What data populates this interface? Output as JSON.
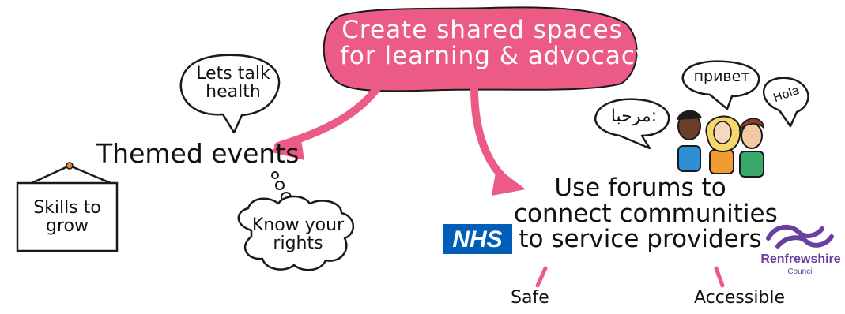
{
  "title": {
    "line1": "Create shared spaces",
    "line2": "for  learning & advocacy"
  },
  "themed_events": "Themed events",
  "speech_health": {
    "line1": "Lets talk",
    "line2": "health"
  },
  "sign_skills": {
    "line1": "Skills to",
    "line2": "grow"
  },
  "thought_rights": {
    "line1": "Know your",
    "line2": "rights"
  },
  "forums": {
    "line1": "Use forums to",
    "line2": "connect communities",
    "line3": "to service providers"
  },
  "greetings": {
    "arabic": "مرحبا:",
    "russian": "привет",
    "spanish": "Hola"
  },
  "logos": {
    "nhs": "NHS",
    "council_name": "Renfrewshire",
    "council_sub": "Council"
  },
  "tags": {
    "safe": "Safe",
    "accessible": "Accessible"
  },
  "colors": {
    "accent_pink": "#ec5b86",
    "nhs_blue": "#005eb8",
    "renfrewshire_purple": "#6b3fa0"
  }
}
